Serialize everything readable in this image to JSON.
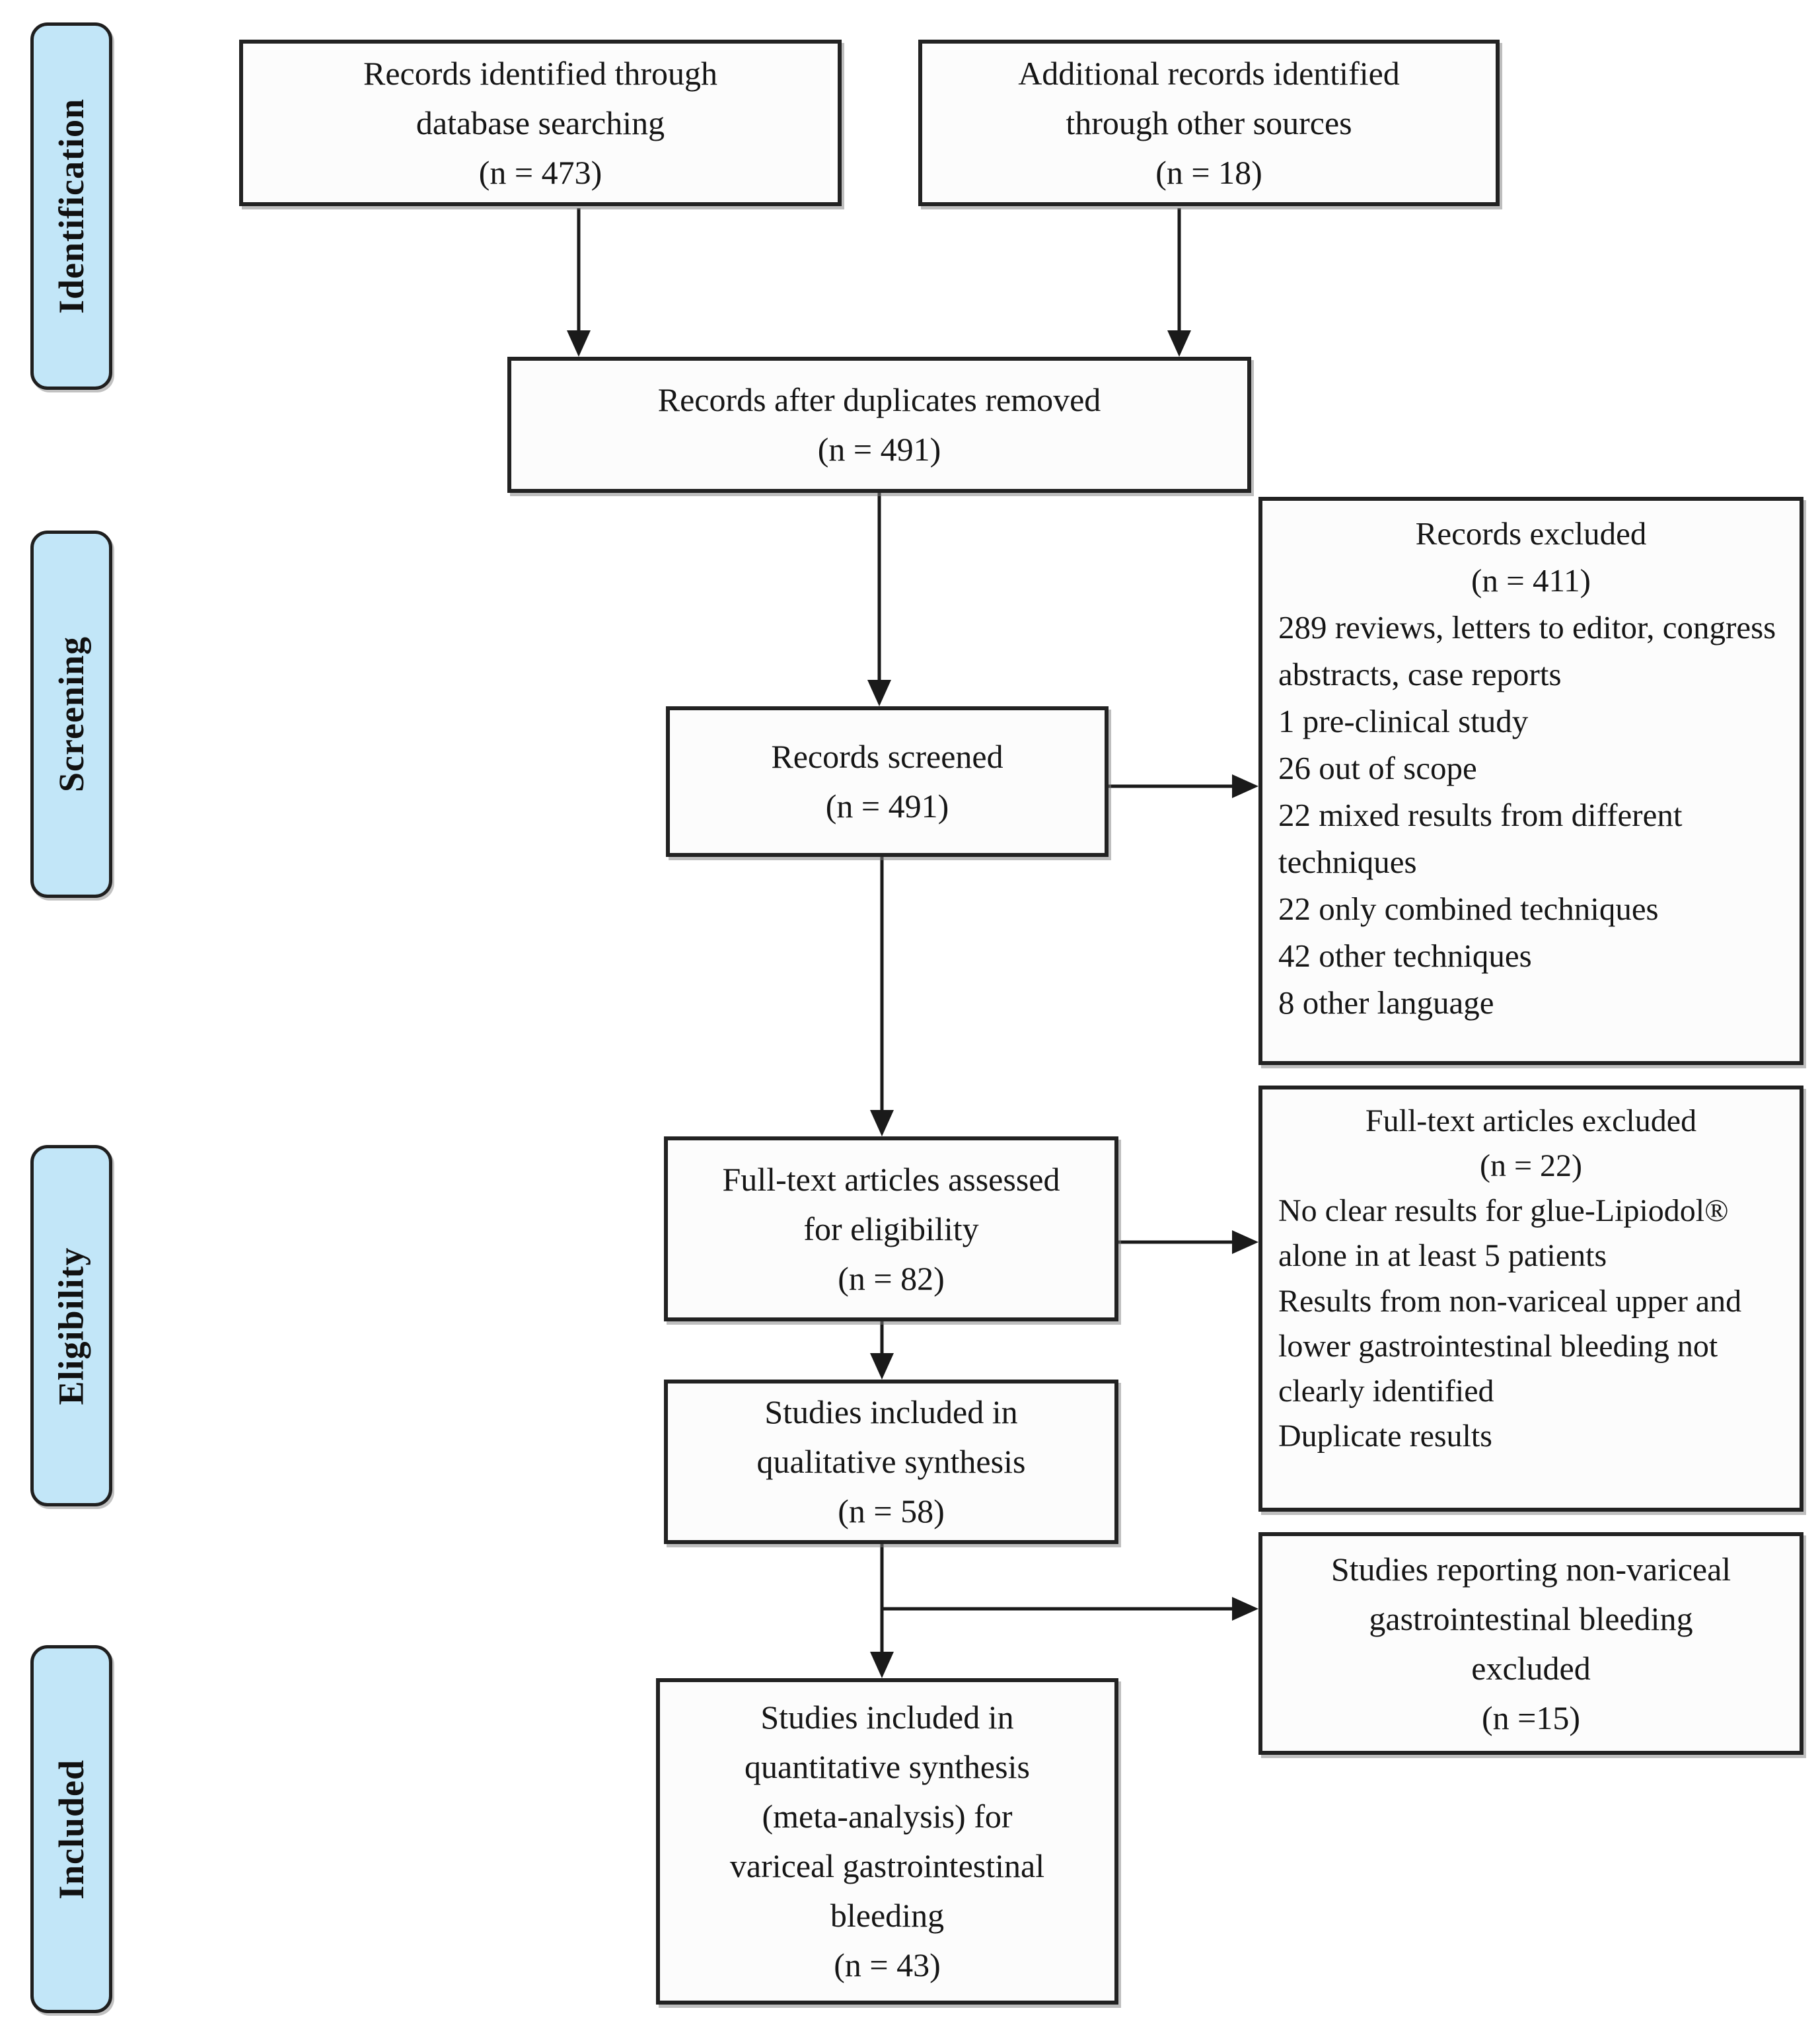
{
  "stages": [
    {
      "label": "Identification"
    },
    {
      "label": "Screening"
    },
    {
      "label": "Eligibility"
    },
    {
      "label": "Included"
    }
  ],
  "boxes": {
    "records_identified": {
      "lines": [
        "Records identified through",
        "database searching",
        "(n = 473)"
      ]
    },
    "additional_records": {
      "lines": [
        "Additional records identified",
        "through other sources",
        "(n = 18)"
      ]
    },
    "after_duplicates": {
      "lines": [
        "Records after duplicates removed",
        "(n = 491)"
      ]
    },
    "records_screened": {
      "lines": [
        "Records screened",
        "(n = 491)"
      ]
    },
    "records_excluded": {
      "title": "Records excluded",
      "count": "(n = 411)",
      "reasons": [
        "289 reviews, letters to editor, congress abstracts, case reports",
        "1 pre-clinical study",
        "26 out of scope",
        "22 mixed results from different techniques",
        "22 only combined techniques",
        "42 other techniques",
        "8 other language"
      ]
    },
    "fulltext_assessed": {
      "lines": [
        "Full-text articles assessed",
        "for eligibility",
        "(n = 82)"
      ]
    },
    "fulltext_excluded": {
      "title": "Full-text articles excluded",
      "count": "(n = 22)",
      "reasons": [
        "No clear results for glue-Lipiodol® alone in at least 5 patients",
        "Results from non-variceal upper and lower gastrointestinal bleeding not clearly identified",
        "Duplicate results"
      ]
    },
    "qualitative_synthesis": {
      "lines": [
        "Studies included in",
        "qualitative synthesis",
        "(n = 58)"
      ]
    },
    "nonvariceal_excluded": {
      "lines": [
        "Studies reporting non-variceal",
        "gastrointestinal bleeding",
        "excluded",
        "(n =15)"
      ]
    },
    "quantitative_synthesis": {
      "lines": [
        "Studies included in",
        "quantitative synthesis",
        "(meta-analysis) for",
        "variceal gastrointestinal",
        "bleeding",
        "(n = 43)"
      ]
    }
  },
  "colors": {
    "stage_fill": "#c2e6f8",
    "box_fill": "#fcfcfc",
    "border": "#222222",
    "arrow": "#1a1a1a"
  }
}
